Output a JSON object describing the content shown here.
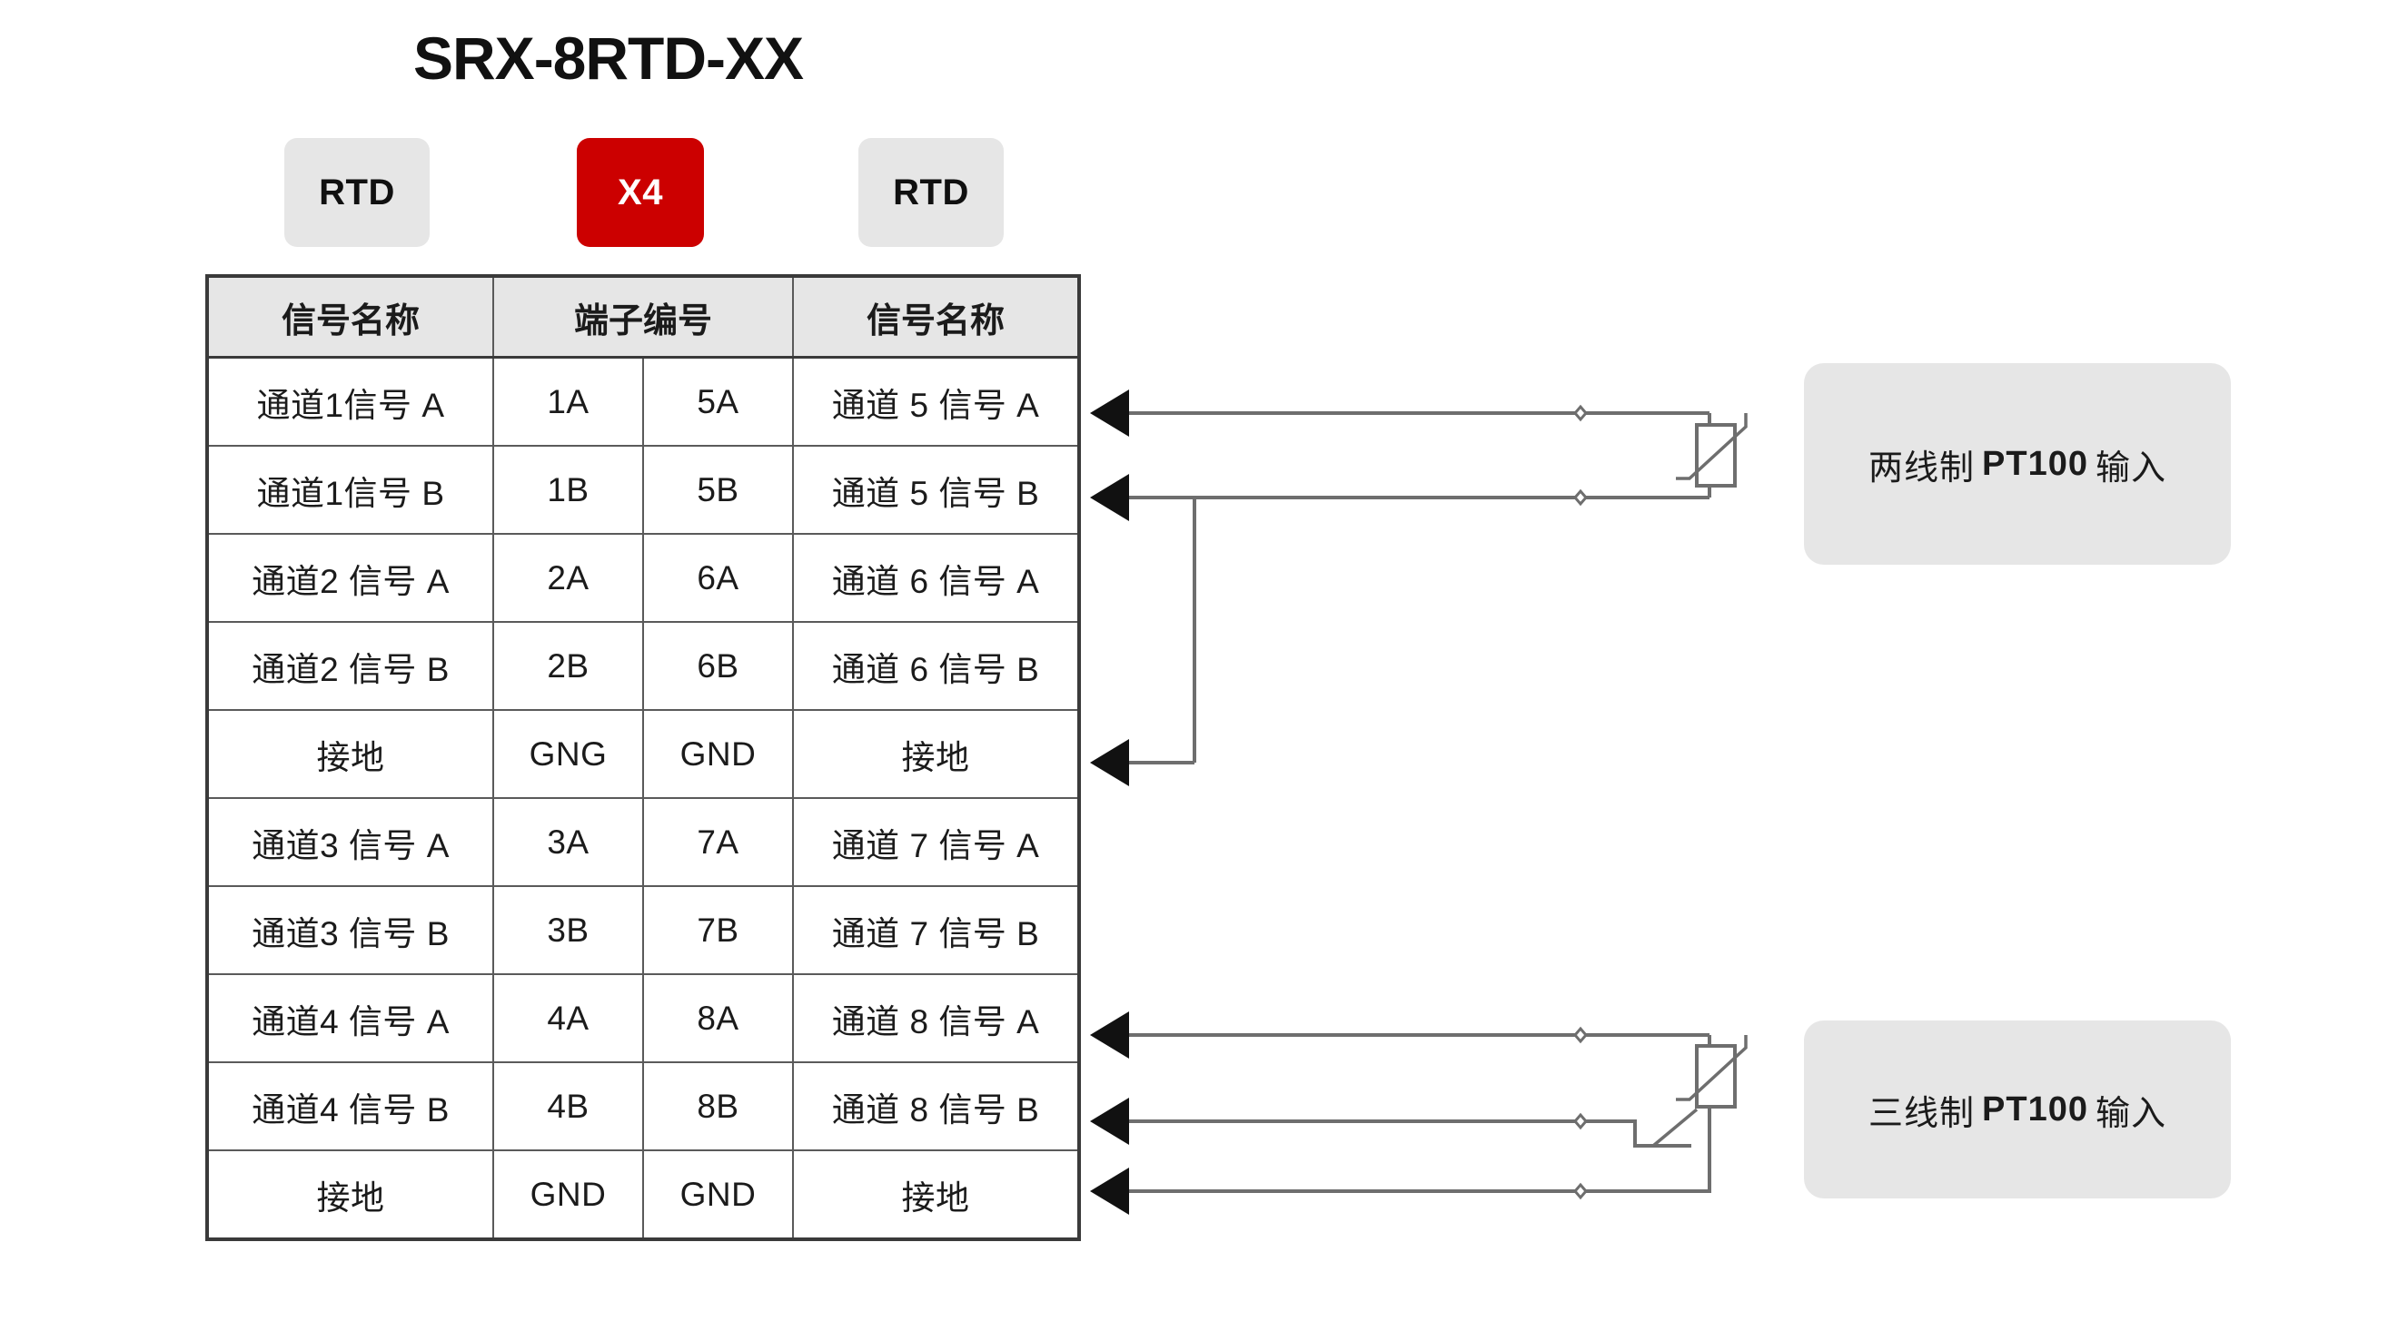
{
  "title": "SRX-8RTD-XX",
  "badges": [
    {
      "name": "rtd-left",
      "label": "RTD",
      "style": "grey"
    },
    {
      "name": "x4",
      "label": "X4",
      "style": "red"
    },
    {
      "name": "rtd-right",
      "label": "RTD",
      "style": "grey"
    }
  ],
  "colors": {
    "accent_red": "#CC0000",
    "badge_grey": "#E6E6E6",
    "table_border": "#3A3A3A",
    "header_fill": "#E6E6E6",
    "wire": "#6E6E6E",
    "arrow": "#111111"
  },
  "table": {
    "headers": [
      "信号名称",
      "端子编号",
      "信号名称"
    ],
    "rows": [
      {
        "signal_left": "通道1信号 A",
        "term_left": "1A",
        "term_right": "5A",
        "signal_right": "通道 5 信号 A"
      },
      {
        "signal_left": "通道1信号 B",
        "term_left": "1B",
        "term_right": "5B",
        "signal_right": "通道 5 信号 B"
      },
      {
        "signal_left": "通道2 信号 A",
        "term_left": "2A",
        "term_right": "6A",
        "signal_right": "通道 6 信号 A"
      },
      {
        "signal_left": "通道2 信号 B",
        "term_left": "2B",
        "term_right": "6B",
        "signal_right": "通道 6 信号 B"
      },
      {
        "signal_left": "接地",
        "term_left": "GNG",
        "term_right": "GND",
        "signal_right": "接地"
      },
      {
        "signal_left": "通道3 信号 A",
        "term_left": "3A",
        "term_right": "7A",
        "signal_right": "通道 7 信号 A"
      },
      {
        "signal_left": "通道3 信号 B",
        "term_left": "3B",
        "term_right": "7B",
        "signal_right": "通道 7 信号 B"
      },
      {
        "signal_left": "通道4 信号 A",
        "term_left": "4A",
        "term_right": "8A",
        "signal_right": "通道 8 信号 A"
      },
      {
        "signal_left": "通道4 信号 B",
        "term_left": "4B",
        "term_right": "8B",
        "signal_right": "通道 8 信号 B"
      },
      {
        "signal_left": "接地",
        "term_left": "GND",
        "term_right": "GND",
        "signal_right": "接地"
      }
    ]
  },
  "callouts": {
    "two_wire": {
      "prefix": "两线制",
      "emphasis": "PT100",
      "suffix": "输入"
    },
    "three_wire": {
      "prefix": "三线制",
      "emphasis": "PT100",
      "suffix": "输入"
    }
  },
  "wiring": {
    "two_wire_connections": [
      "5A",
      "5B",
      "GND"
    ],
    "three_wire_connections": [
      "8A",
      "8B",
      "GND"
    ],
    "sensor_symbol": "rtd-resistor"
  }
}
